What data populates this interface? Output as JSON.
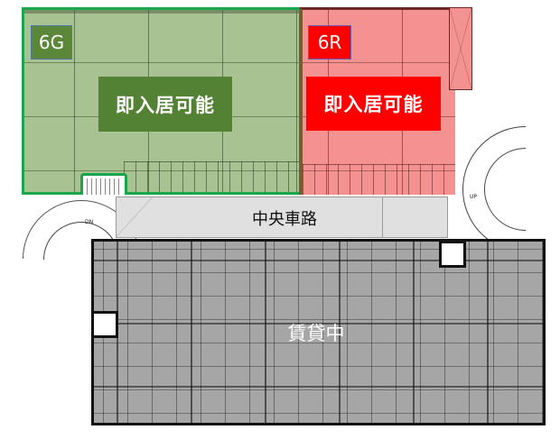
{
  "zones": {
    "g6": {
      "code": "6G",
      "status": "即入居可能",
      "fill_color": "#a9c291",
      "border_color": "#1aa64a",
      "banner_color": "#548235"
    },
    "r6": {
      "code": "6R",
      "status": "即入居可能",
      "fill_color": "#f49292",
      "banner_color": "#ff0000"
    },
    "leased": {
      "status": "賃貸中",
      "fill_color": "#a6a6a6"
    }
  },
  "road": {
    "label": "中央車路"
  },
  "ramps": {
    "down_label": "DN",
    "up_label": "UP"
  }
}
